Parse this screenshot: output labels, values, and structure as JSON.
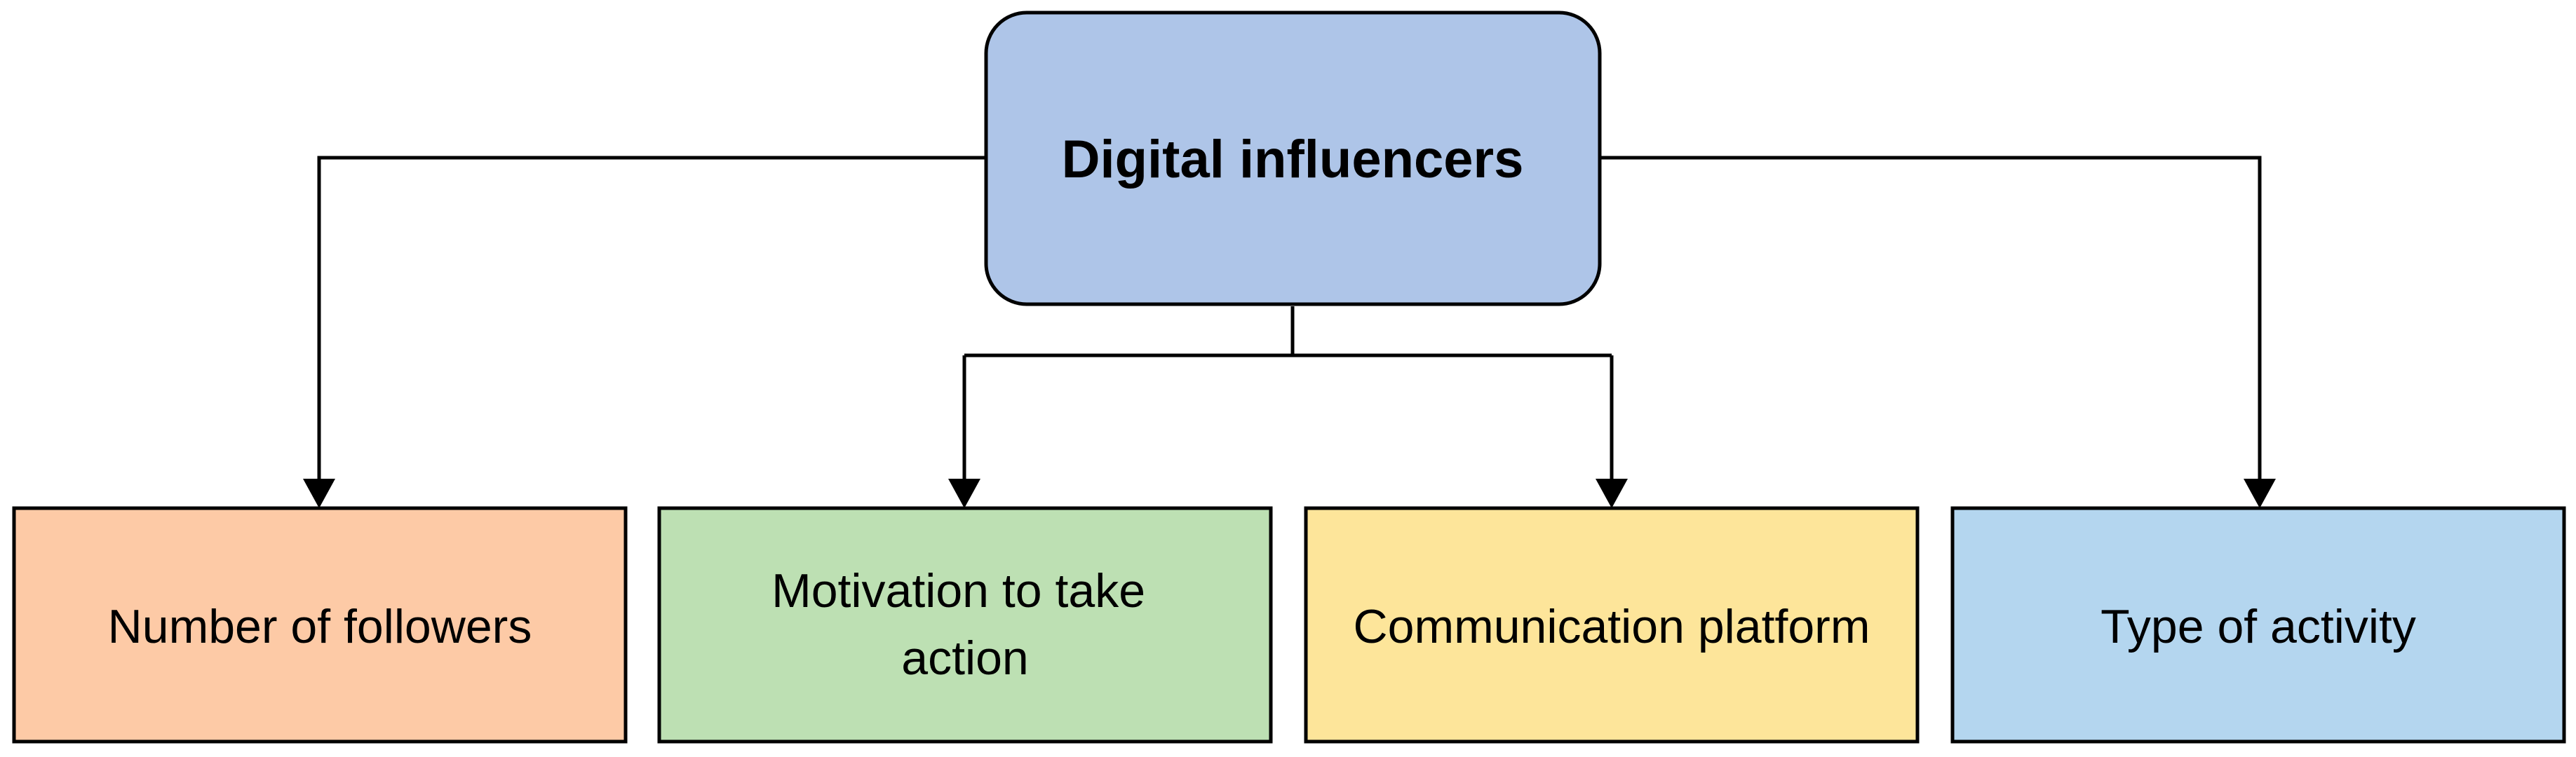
{
  "diagram": {
    "root": {
      "label": "Digital influencers",
      "color": "#aec5e8"
    },
    "children": [
      {
        "label": "Number of followers",
        "color": "#fdcaa6"
      },
      {
        "label": "Motivation to take action",
        "color": "#bde0b3"
      },
      {
        "label": "Communication platform",
        "color": "#fde59a"
      },
      {
        "label": "Type of activity",
        "color": "#b4d6ef"
      }
    ],
    "stroke_color": "#000000"
  }
}
